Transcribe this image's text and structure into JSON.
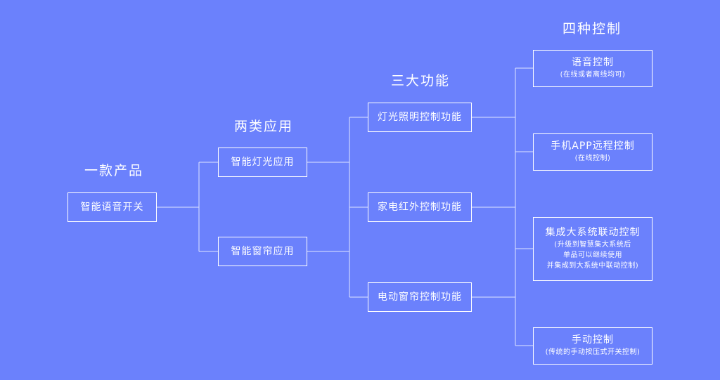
{
  "headings": {
    "product": "一款产品",
    "applications": "两类应用",
    "functions": "三大功能",
    "controls": "四种控制"
  },
  "product": {
    "label": "智能语音开关"
  },
  "applications": [
    {
      "label": "智能灯光应用"
    },
    {
      "label": "智能窗帘应用"
    }
  ],
  "functions": [
    {
      "label": "灯光照明控制功能"
    },
    {
      "label": "家电红外控制功能"
    },
    {
      "label": "电动窗帘控制功能"
    }
  ],
  "controls": [
    {
      "label": "语音控制",
      "notes": [
        "(在线或者离线均可)"
      ]
    },
    {
      "label": "手机APP远程控制",
      "notes": [
        "(在线控制)"
      ]
    },
    {
      "label": "集成大系统联动控制",
      "notes": [
        "(升级到智慧集大系统后",
        "单品可以继续使用",
        "并集成到大系统中联动控制)"
      ]
    },
    {
      "label": "手动控制",
      "notes": [
        "(传统的手动按压式开关控制)"
      ]
    }
  ],
  "colors": {
    "background": "#6b81fc",
    "foreground": "#ffffff"
  }
}
